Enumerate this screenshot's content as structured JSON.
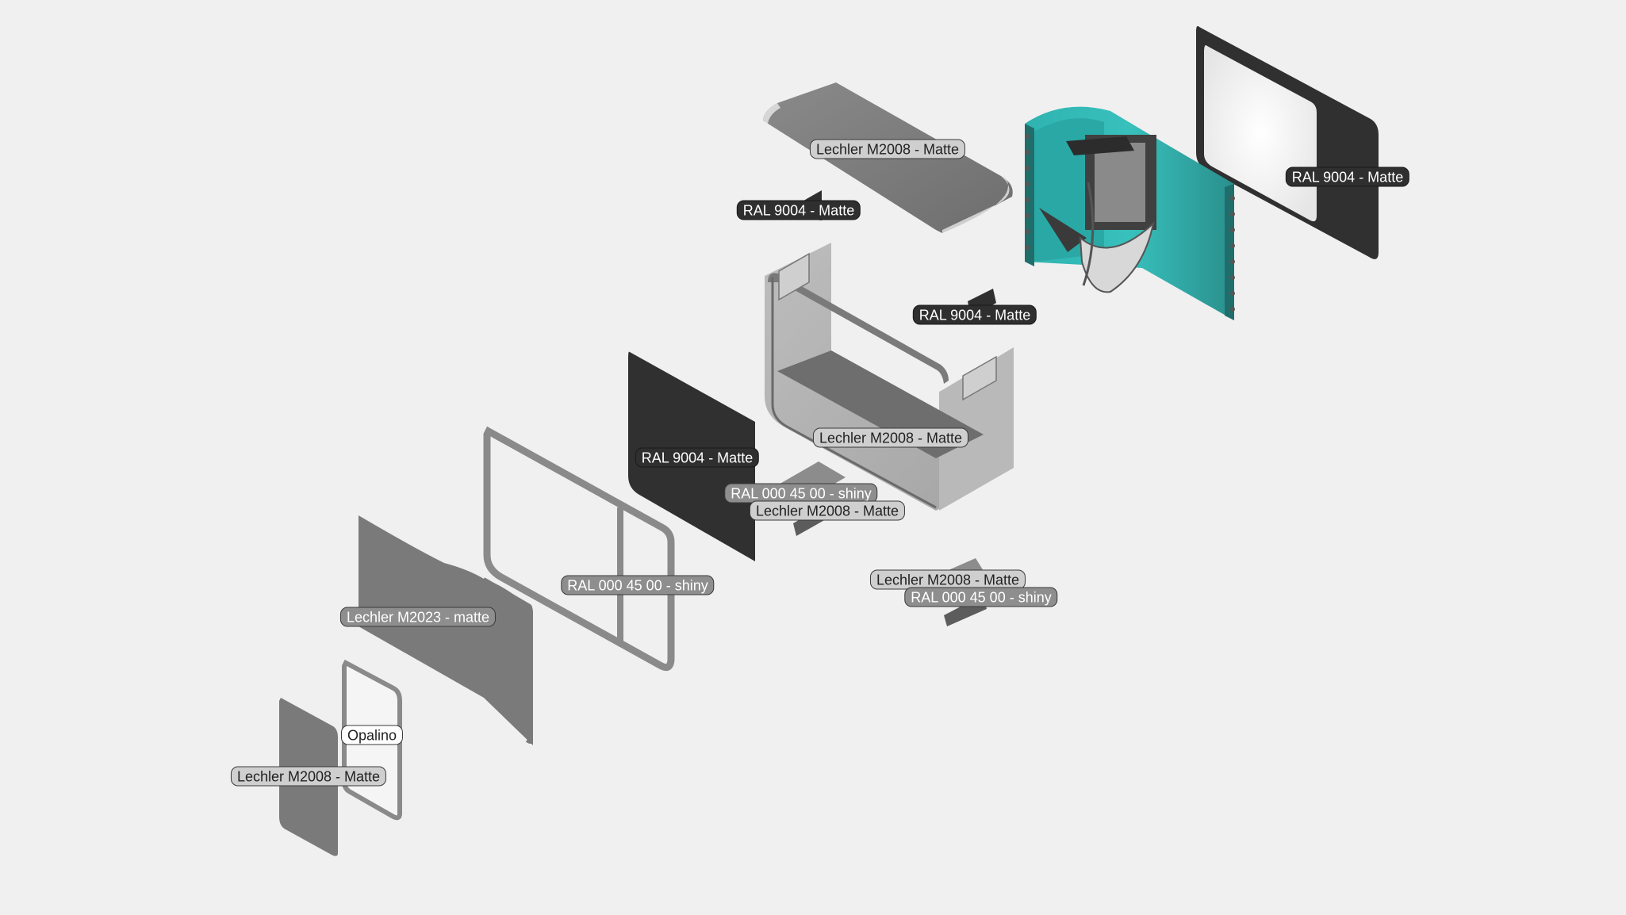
{
  "colors": {
    "background": "#f0f0f0",
    "dark_panel": "#303030",
    "light_grey": "#a8a8a8",
    "mid_grey": "#7a7a7a",
    "teal": "#2b8f8c"
  },
  "labels": {
    "top_cover": "Lechler M2008 - Matte",
    "top_cover_clip": "RAL 9004 - Matte",
    "rear_panel": "RAL 9004 - Matte",
    "fan_clip": "RAL 9004 - Matte",
    "body_shell": "Lechler M2008 - Matte",
    "inner_panel": "RAL 9004 - Matte",
    "clip_a_shiny": "RAL 000 45 00 - shiny",
    "clip_a_matte": "Lechler M2008 - Matte",
    "frame": "RAL 000 45 00 - shiny",
    "clip_b_matte": "Lechler M2008 - Matte",
    "clip_b_shiny": "RAL 000 45 00 - shiny",
    "fabric_panel": "Lechler M2023 - matte",
    "diffuser": "Opalino",
    "front_panel": "Lechler M2008 - Matte"
  }
}
